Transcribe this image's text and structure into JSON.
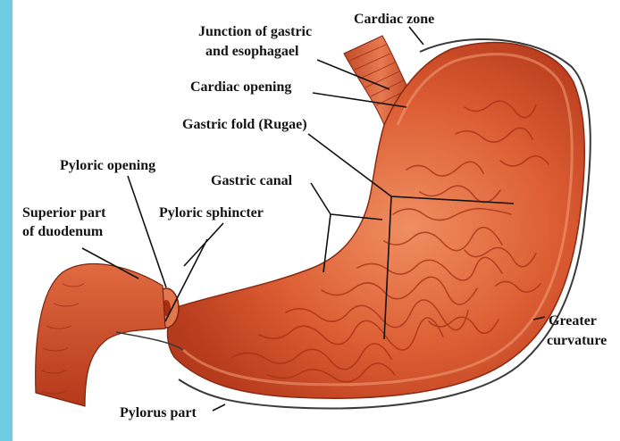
{
  "colors": {
    "frame": "#6fcde3",
    "tissue_dark": "#b8381c",
    "tissue_mid": "#d9552e",
    "tissue_light": "#ec8a5c",
    "rugae": "#a52f14",
    "outline": "#3a3a3a",
    "leader": "#111111",
    "background": "#ffffff"
  },
  "labels": {
    "cardiac_zone": "Cardiac zone",
    "junction_line1": "Junction of gastric",
    "junction_line2": "and esophagael",
    "cardiac_opening": "Cardiac opening",
    "gastric_fold": "Gastric fold (Rugae)",
    "pyloric_opening": "Pyloric opening",
    "gastric_canal": "Gastric canal",
    "superior_line1": "Superior part",
    "superior_line2": "of duodenum",
    "pyloric_sphincter": "Pyloric sphincter",
    "greater_line1": "Greater",
    "greater_line2": "curvature",
    "pylorus_part": "Pylorus part"
  }
}
